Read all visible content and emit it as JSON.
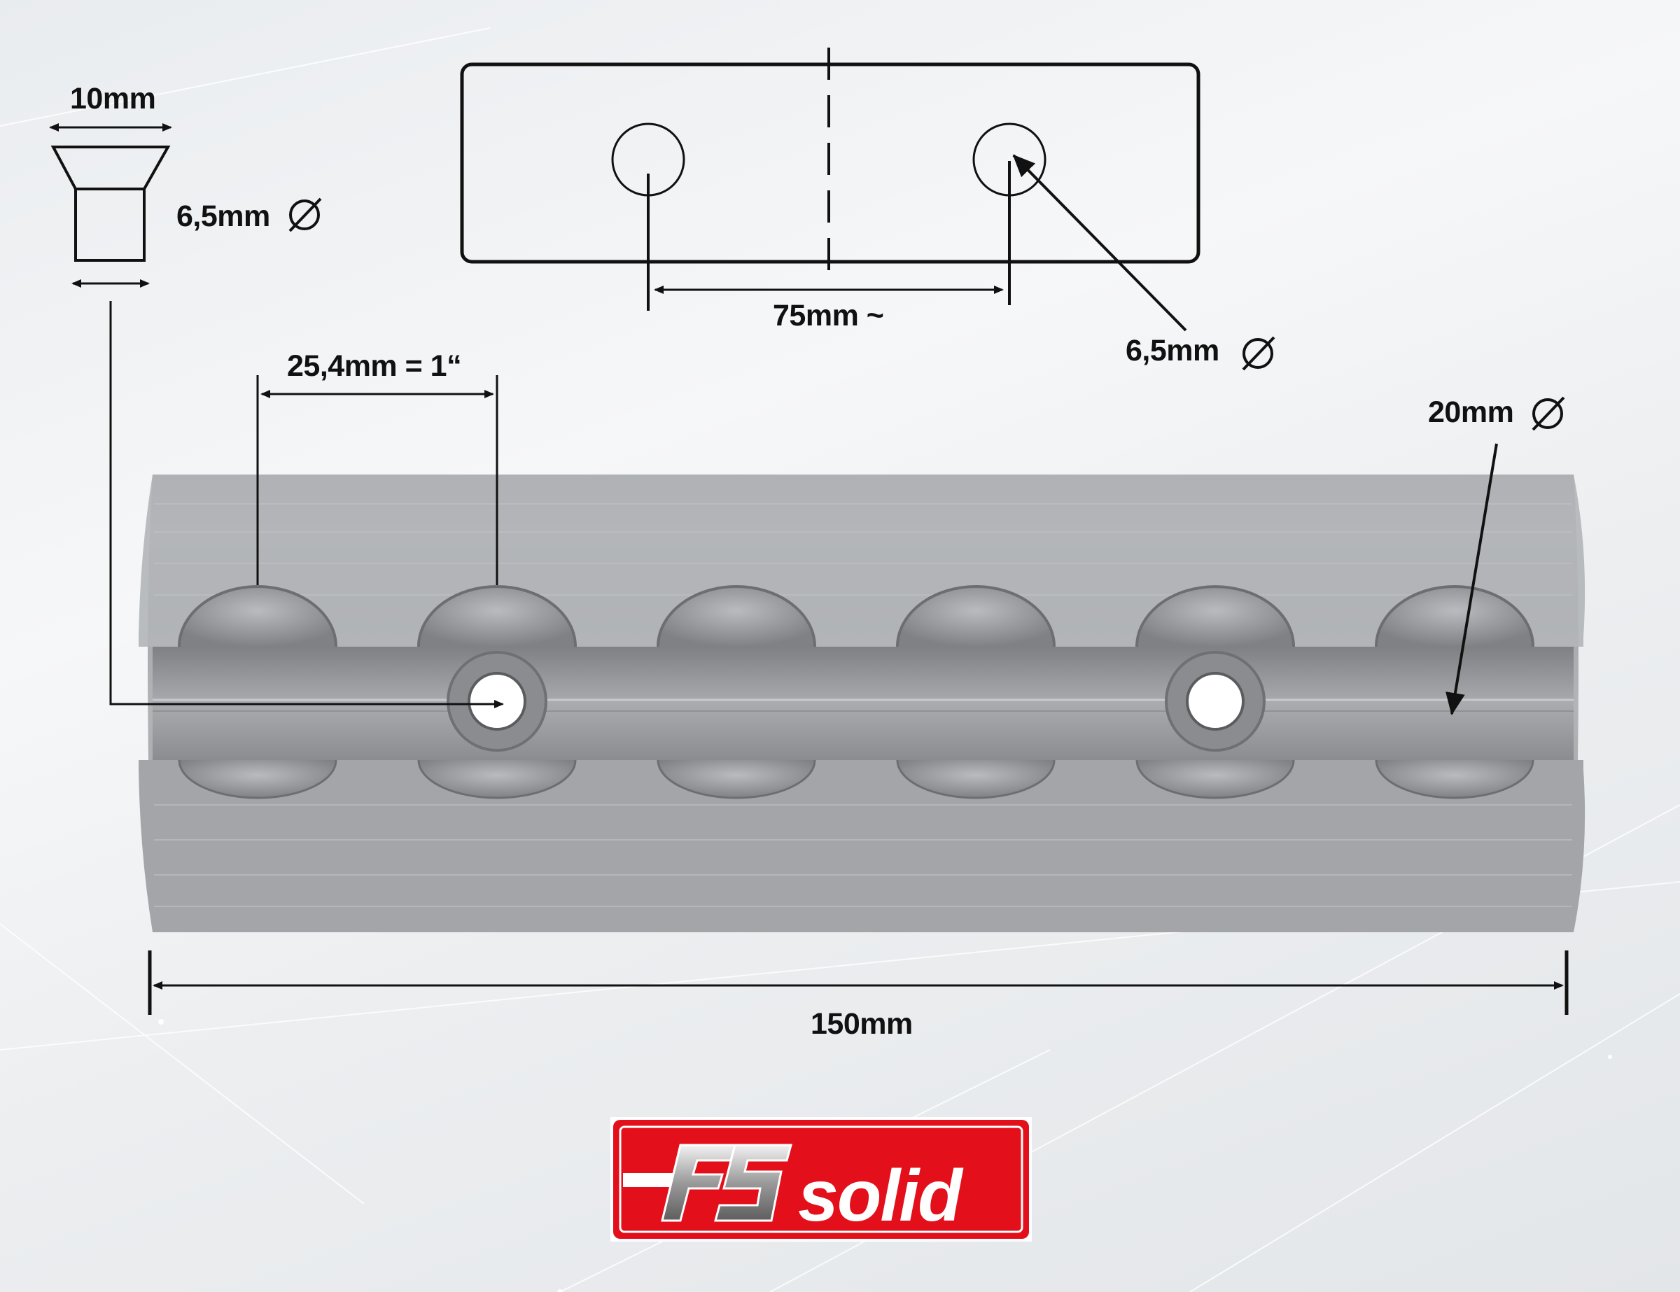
{
  "labels": {
    "screw_head_width": "10mm",
    "screw_diameter": "6,5mm",
    "hole_spacing": "75mm ~",
    "hole_diameter": "6,5mm",
    "pitch": "25,4mm = 1“",
    "rail_diameter": "20mm",
    "rail_length": "150mm"
  },
  "logo": {
    "text": "solid",
    "monogram": "FS",
    "bg_color": "#e3101b",
    "text_color": "#ffffff"
  },
  "colors": {
    "line": "#111111",
    "rail": "#a9abae",
    "accent_red": "#e3101b"
  },
  "icons": [
    "diameter-symbol-icon",
    "arrow-icon"
  ]
}
